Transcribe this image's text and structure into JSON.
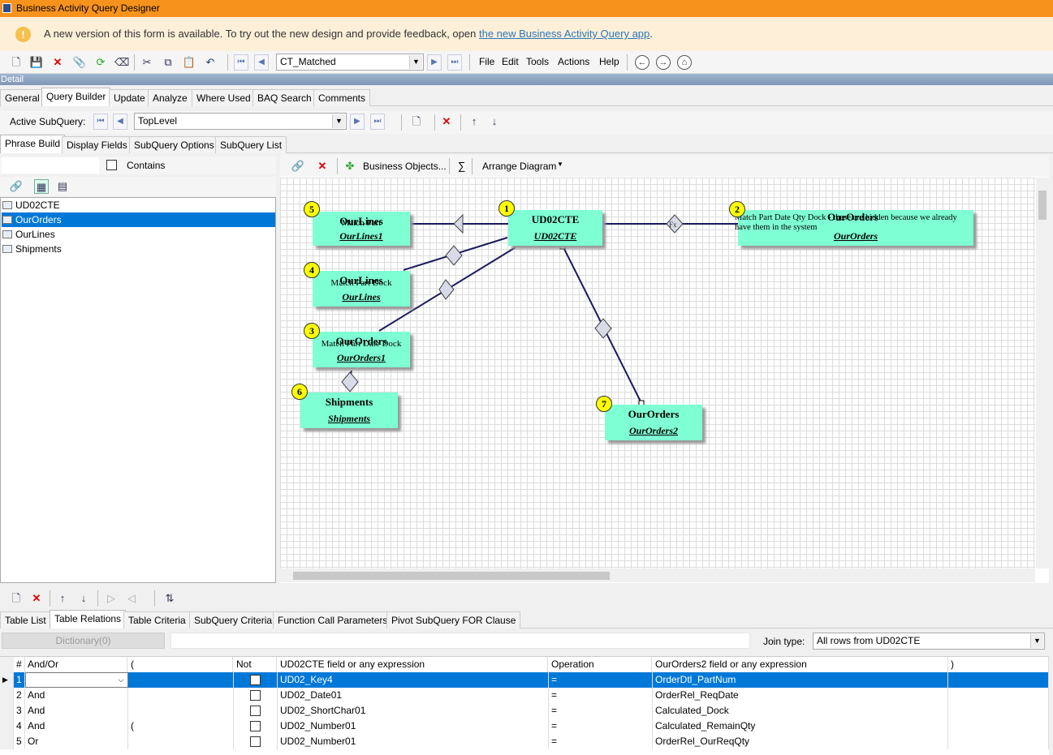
{
  "window": {
    "title": "Business Activity Query Designer"
  },
  "notice": {
    "text": "A new version of this form is available. To try out the new design and provide feedback, open",
    "link": "the new Business Activity Query app",
    "end": "."
  },
  "toolbar": {
    "query_id": "CT_Matched",
    "menus": [
      "File",
      "Edit",
      "Tools",
      "Actions",
      "Help"
    ]
  },
  "detail_label": "Detail",
  "main_tabs": [
    "General",
    "Query Builder",
    "Update",
    "Analyze",
    "Where Used",
    "BAQ Search",
    "Comments"
  ],
  "subquery": {
    "label": "Active SubQuery:",
    "value": "TopLevel"
  },
  "sub_tabs": [
    "Phrase Build",
    "Display Fields",
    "SubQuery Options",
    "SubQuery List"
  ],
  "left": {
    "contains_label": "Contains",
    "tables": [
      "UD02CTE",
      "OurOrders",
      "OurLines",
      "Shipments"
    ],
    "selected": "OurOrders"
  },
  "diagram_toolbar": {
    "business_objects": "Business Objects...",
    "sigma": "∑",
    "arrange": "Arrange Diagram"
  },
  "diagram": {
    "nodes": [
      {
        "badge": "1",
        "title": "UD02CTE",
        "sub": "",
        "alias": "UD02CTE"
      },
      {
        "badge": "2",
        "title": "OurOrders",
        "sub": "Match Part Date Qty Dock - these are hidden because we already have them in the system",
        "alias": "OurOrders"
      },
      {
        "badge": "3",
        "title": "OurOrders",
        "sub": "Match Part Date Dock",
        "alias": "OurOrders1"
      },
      {
        "badge": "4",
        "title": "OurLines",
        "sub": "Match Part Dock",
        "alias": "OurLines"
      },
      {
        "badge": "5",
        "title": "OurLines",
        "sub": "Match Part",
        "alias": "OurLines1"
      },
      {
        "badge": "6",
        "title": "Shipments",
        "sub": "",
        "alias": "Shipments"
      },
      {
        "badge": "7",
        "title": "OurOrders",
        "sub": "",
        "alias": "OurOrders2"
      }
    ]
  },
  "bottom_tabs": [
    "Table List",
    "Table Relations",
    "Table Criteria",
    "SubQuery Criteria",
    "Function Call Parameters",
    "Pivot SubQuery FOR Clause"
  ],
  "join": {
    "dictionary": "Dictionary(0)",
    "label": "Join type:",
    "value": "All rows from UD02CTE"
  },
  "grid": {
    "headers": [
      "#",
      "And/Or",
      "(",
      "Not",
      "UD02CTE field or any expression",
      "Operation",
      "OurOrders2 field or any expression",
      ")"
    ],
    "rows": [
      {
        "n": "1",
        "andor": "",
        "paren": "",
        "left": "UD02_Key4",
        "op": "=",
        "right": "OrderDtl_PartNum",
        "close": ""
      },
      {
        "n": "2",
        "andor": "And",
        "paren": "",
        "left": "UD02_Date01",
        "op": "=",
        "right": "OrderRel_ReqDate",
        "close": ""
      },
      {
        "n": "3",
        "andor": "And",
        "paren": "",
        "left": "UD02_ShortChar01",
        "op": "=",
        "right": "Calculated_Dock",
        "close": ""
      },
      {
        "n": "4",
        "andor": "And",
        "paren": "(",
        "left": "UD02_Number01",
        "op": "=",
        "right": "Calculated_RemainQty",
        "close": ""
      },
      {
        "n": "5",
        "andor": "Or",
        "paren": "",
        "left": "UD02_Number01",
        "op": "=",
        "right": "OrderRel_OurReqQty",
        "close": ""
      }
    ]
  }
}
